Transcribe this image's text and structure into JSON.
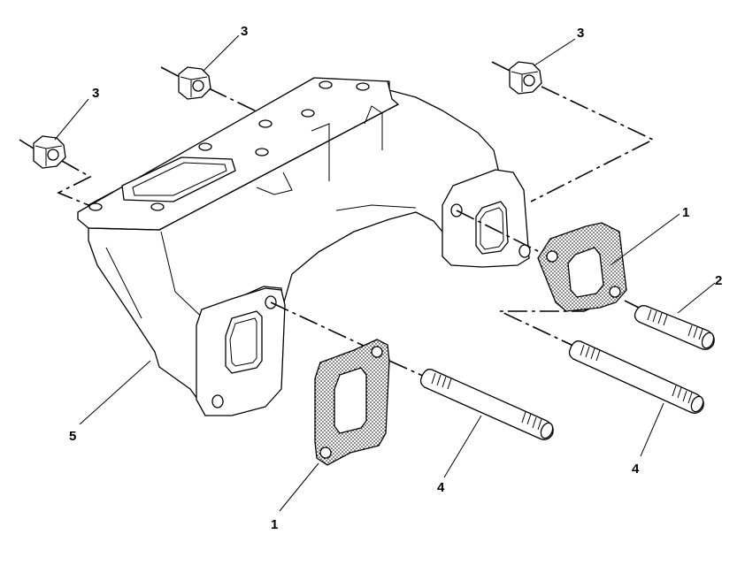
{
  "callouts": [
    {
      "id": "nut-left",
      "text": "3"
    },
    {
      "id": "nut-mid",
      "text": "3"
    },
    {
      "id": "nut-right",
      "text": "3"
    },
    {
      "id": "gasket-right",
      "text": "1"
    },
    {
      "id": "stud-short",
      "text": "2"
    },
    {
      "id": "manifold",
      "text": "5"
    },
    {
      "id": "stud-front",
      "text": "4"
    },
    {
      "id": "stud-right",
      "text": "4"
    },
    {
      "id": "gasket-front",
      "text": "1"
    }
  ],
  "colors": {
    "line": "#000000",
    "background": "#ffffff"
  }
}
